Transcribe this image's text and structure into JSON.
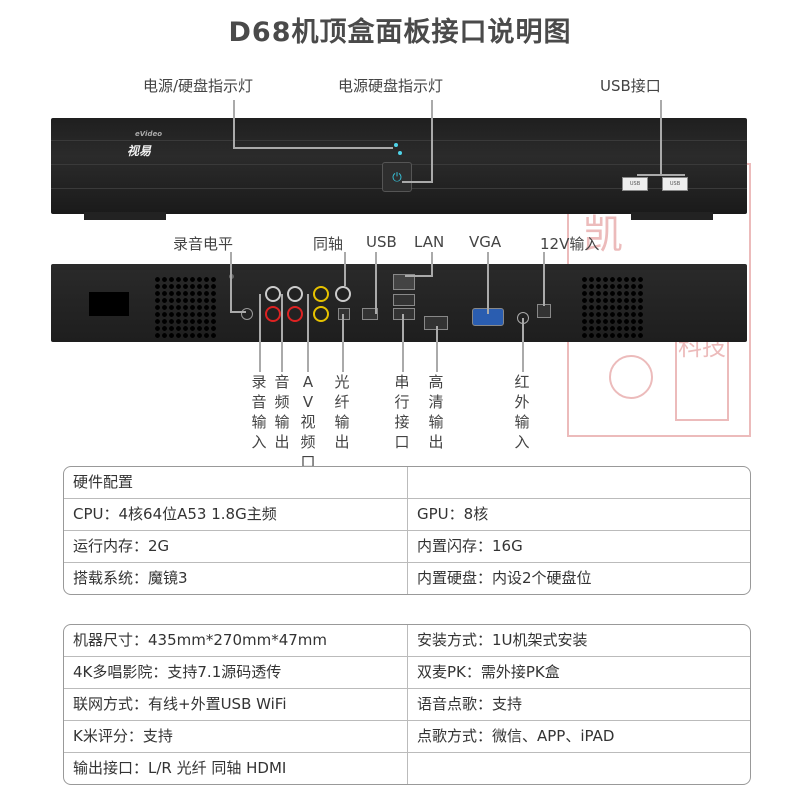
{
  "title": "D68机顶盒面板接口说明图",
  "front_labels": {
    "power_hdd_indicator": "电源/硬盘指示灯",
    "power_hdd_indicator_2": "电源硬盘指示灯",
    "usb_port": "USB接口"
  },
  "front_panel": {
    "logo_text": "视易",
    "logo_sub": "eVideo",
    "usb_port_text": "USB"
  },
  "back_top_labels": {
    "rec_level": "录音电平",
    "coaxial": "同轴",
    "usb": "USB",
    "lan": "LAN",
    "vga": "VGA",
    "dc_in": "12V输入"
  },
  "back_bottom_labels": {
    "rec_input": "录音输入",
    "audio_output": "音频输出",
    "av_video_port": "AV视频口",
    "optical_output": "光纤输出",
    "serial_port": "串行接口",
    "hd_output": "高清输出",
    "ir_input": "红外输入"
  },
  "stamp": {
    "chars_main": "凯晟",
    "chars_side": "科技"
  },
  "hardware_table": {
    "header": "硬件配置",
    "rows": [
      [
        "CPU：4核64位A53 1.8G主频",
        "GPU：8核"
      ],
      [
        "运行内存：2G",
        "内置闪存：16G"
      ],
      [
        "搭载系统：魔镜3",
        "内置硬盘：内设2个硬盘位"
      ]
    ]
  },
  "spec_table": {
    "rows": [
      [
        "机器尺寸：435mm*270mm*47mm",
        "安装方式：1U机架式安装"
      ],
      [
        "4K多唱影院：支持7.1源码透传",
        "双麦PK：需外接PK盒"
      ],
      [
        "联网方式：有线+外置USB WiFi",
        "语音点歌：支持"
      ],
      [
        "K米评分：支持",
        "点歌方式：微信、APP、iPAD"
      ],
      [
        "输出接口：L/R 光纤 同轴 HDMI",
        ""
      ]
    ]
  },
  "colors": {
    "chassis": "#1f1f1f",
    "led": "#4fd3e8",
    "stamp": "#c83c3c",
    "border": "#999999"
  }
}
